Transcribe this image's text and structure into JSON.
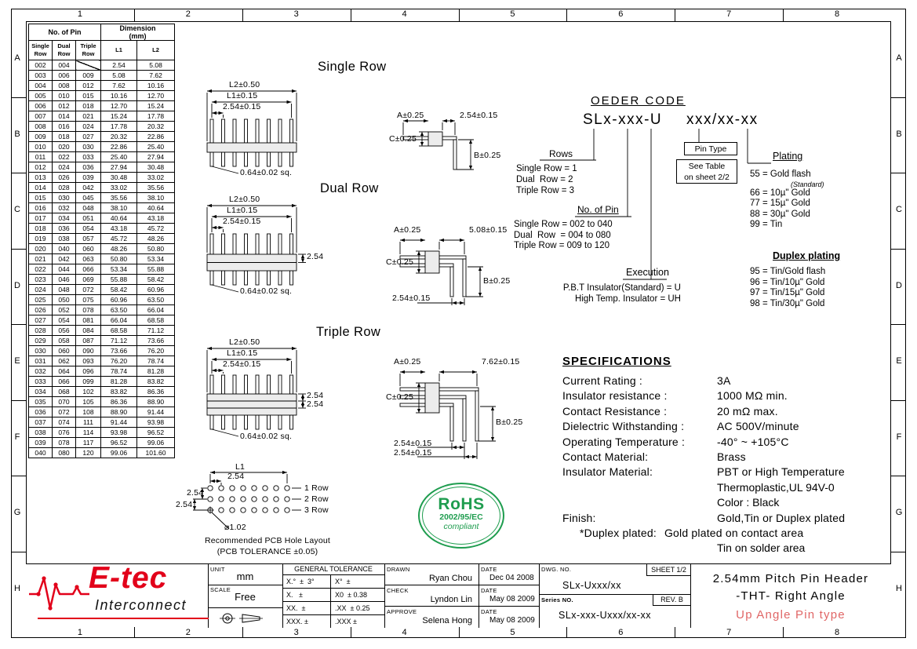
{
  "border": {
    "cols": [
      "1",
      "2",
      "3",
      "4",
      "5",
      "6",
      "7",
      "8"
    ],
    "rows": [
      "A",
      "B",
      "C",
      "D",
      "E",
      "F",
      "G",
      "H"
    ]
  },
  "pin_table": {
    "group_headers": {
      "pins": "No. of Pin",
      "dims_line1": "Dimension",
      "dims_line2": "(mm)"
    },
    "sub_headers": [
      "Single Row",
      "Dual Row",
      "Triple Row",
      "L1",
      "L2"
    ],
    "rows": [
      [
        "002",
        "004",
        "",
        "2.54",
        "5.08"
      ],
      [
        "003",
        "006",
        "009",
        "5.08",
        "7.62"
      ],
      [
        "004",
        "008",
        "012",
        "7.62",
        "10.16"
      ],
      [
        "005",
        "010",
        "015",
        "10.16",
        "12.70"
      ],
      [
        "006",
        "012",
        "018",
        "12.70",
        "15.24"
      ],
      [
        "007",
        "014",
        "021",
        "15.24",
        "17.78"
      ],
      [
        "008",
        "016",
        "024",
        "17.78",
        "20.32"
      ],
      [
        "009",
        "018",
        "027",
        "20.32",
        "22.86"
      ],
      [
        "010",
        "020",
        "030",
        "22.86",
        "25.40"
      ],
      [
        "011",
        "022",
        "033",
        "25.40",
        "27.94"
      ],
      [
        "012",
        "024",
        "036",
        "27.94",
        "30.48"
      ],
      [
        "013",
        "026",
        "039",
        "30.48",
        "33.02"
      ],
      [
        "014",
        "028",
        "042",
        "33.02",
        "35.56"
      ],
      [
        "015",
        "030",
        "045",
        "35.56",
        "38.10"
      ],
      [
        "016",
        "032",
        "048",
        "38.10",
        "40.64"
      ],
      [
        "017",
        "034",
        "051",
        "40.64",
        "43.18"
      ],
      [
        "018",
        "036",
        "054",
        "43.18",
        "45.72"
      ],
      [
        "019",
        "038",
        "057",
        "45.72",
        "48.26"
      ],
      [
        "020",
        "040",
        "060",
        "48.26",
        "50.80"
      ],
      [
        "021",
        "042",
        "063",
        "50.80",
        "53.34"
      ],
      [
        "022",
        "044",
        "066",
        "53.34",
        "55.88"
      ],
      [
        "023",
        "046",
        "069",
        "55.88",
        "58.42"
      ],
      [
        "024",
        "048",
        "072",
        "58.42",
        "60.96"
      ],
      [
        "025",
        "050",
        "075",
        "60.96",
        "63.50"
      ],
      [
        "026",
        "052",
        "078",
        "63.50",
        "66.04"
      ],
      [
        "027",
        "054",
        "081",
        "66.04",
        "68.58"
      ],
      [
        "028",
        "056",
        "084",
        "68.58",
        "71.12"
      ],
      [
        "029",
        "058",
        "087",
        "71.12",
        "73.66"
      ],
      [
        "030",
        "060",
        "090",
        "73.66",
        "76.20"
      ],
      [
        "031",
        "062",
        "093",
        "76.20",
        "78.74"
      ],
      [
        "032",
        "064",
        "096",
        "78.74",
        "81.28"
      ],
      [
        "033",
        "066",
        "099",
        "81.28",
        "83.82"
      ],
      [
        "034",
        "068",
        "102",
        "83.82",
        "86.36"
      ],
      [
        "035",
        "070",
        "105",
        "86.36",
        "88.90"
      ],
      [
        "036",
        "072",
        "108",
        "88.90",
        "91.44"
      ],
      [
        "037",
        "074",
        "111",
        "91.44",
        "93.98"
      ],
      [
        "038",
        "076",
        "114",
        "93.98",
        "96.52"
      ],
      [
        "039",
        "078",
        "117",
        "96.52",
        "99.06"
      ],
      [
        "040",
        "080",
        "120",
        "99.06",
        "101.60"
      ]
    ]
  },
  "views": {
    "single": {
      "title": "Single Row",
      "front": {
        "l2": "L2±0.50",
        "l1": "L1±0.15",
        "pitch": "2.54±0.15",
        "pin_sq": "0.64±0.02  sq."
      },
      "side": {
        "a": "A±0.25",
        "span": "2.54±0.15",
        "c": "C±0.25",
        "b": "B±0.25"
      }
    },
    "dual": {
      "title": "Dual Row",
      "front": {
        "l2": "L2±0.50",
        "l1": "L1±0.15",
        "pitch": "2.54±0.15",
        "row_gap": "2.54",
        "pin_sq": "0.64±0.02  sq."
      },
      "side": {
        "a": "A±0.25",
        "span": "5.08±0.15",
        "c": "C±0.25",
        "b": "B±0.25",
        "leg_pitch": "2.54±0.15"
      }
    },
    "triple": {
      "title": "Triple Row",
      "front": {
        "l2": "L2±0.50",
        "l1": "L1±0.15",
        "pitch": "2.54±0.15",
        "row_gap1": "2.54",
        "row_gap2": "2.54",
        "pin_sq": "0.64±0.02  sq."
      },
      "side": {
        "a": "A±0.25",
        "span": "7.62±0.15",
        "c": "C±0.25",
        "b": "B±0.25",
        "leg_pitch1": "2.54±0.15",
        "leg_pitch2": "2.54±0.15"
      }
    },
    "pcb": {
      "l1": "L1",
      "pitch": "2.54",
      "row_gap1": "2.54",
      "row_gap2": "2.54",
      "hole": "⌀1.02",
      "row_labels": [
        "1 Row",
        "2 Row",
        "3 Row"
      ],
      "caption1": "Recommended PCB Hole Layout",
      "caption2": "(PCB TOLERANCE  ±0.05)"
    }
  },
  "order_code": {
    "title": "OEDER CODE",
    "part1": "SLx-xxx-U",
    "part2": "xxx/xx-xx",
    "rows_label": "Rows",
    "rows": [
      "Single Row = 1",
      "Dual  Row = 2",
      "Triple Row = 3"
    ],
    "pin_type_label": "Pin Type",
    "pin_type_note1": "See Table",
    "pin_type_note2": "on sheet 2/2",
    "plating_label": "Plating",
    "plating": [
      {
        "code": "55",
        "desc": "Gold flash",
        "note": "(Standard)"
      },
      {
        "code": "66",
        "desc": "10µ\" Gold"
      },
      {
        "code": "77",
        "desc": "15µ\" Gold"
      },
      {
        "code": "88",
        "desc": "30µ\" Gold"
      },
      {
        "code": "99",
        "desc": "Tin"
      }
    ],
    "no_of_pin_label": "No. of Pin",
    "no_of_pin": [
      "Single Row = 002 to 040",
      "Dual  Row  = 004 to 080",
      "Triple Row = 009 to 120"
    ],
    "execution_label": "Execution",
    "execution": [
      "P.B.T Insulator(Standard) = U",
      "High Temp. Insulator = UH"
    ],
    "duplex_label": "Duplex plating",
    "duplex": [
      {
        "code": "95",
        "desc": "Tin/Gold flash"
      },
      {
        "code": "96",
        "desc": "Tin/10µ\" Gold"
      },
      {
        "code": "97",
        "desc": "Tin/15µ\" Gold"
      },
      {
        "code": "98",
        "desc": "Tin/30µ\" Gold"
      }
    ]
  },
  "specifications": {
    "title": "SPECIFICATIONS",
    "rows": [
      {
        "label": "Current Rating :",
        "value": "3A"
      },
      {
        "label": "Insulator resistance :",
        "value": "1000 MΩ min."
      },
      {
        "label": "Contact Resistance :",
        "value": "20 mΩ max."
      },
      {
        "label": "Dielectric Withstanding :",
        "value": "AC 500V/minute"
      },
      {
        "label": "Operating Temperature :",
        "value": "-40° ~ +105°C"
      },
      {
        "label": "Contact Material:",
        "value": "Brass"
      },
      {
        "label": "Insulator Material:",
        "value": "PBT or High Temperature",
        "extra": [
          "Thermoplastic,UL 94V-0",
          "Color : Black"
        ]
      },
      {
        "label": "Finish:",
        "value": "Gold,Tin or Duplex plated"
      },
      {
        "label": "*Duplex plated:",
        "value": "Gold plated on contact area",
        "extra": [
          "Tin on solder area"
        ]
      }
    ]
  },
  "rohs": {
    "name": "RoHS",
    "directive": "2002/95/EC",
    "compliant": "compliant",
    "color": "#1f9d4f"
  },
  "title_block": {
    "logo": {
      "brand": "E-tec",
      "sub": "Interconnect"
    },
    "unit_label": "UNIT",
    "unit_value": "mm",
    "scale_label": "SCALE",
    "scale_value": "Free",
    "tolerance_title": "GENERAL TOLERANCE",
    "tolerance_rows": [
      [
        "X.°  ±  3°",
        "X°  ±"
      ],
      [
        "X.   ±",
        "X0  ± 0.38"
      ],
      [
        "XX.  ±",
        ".XX  ± 0.25"
      ],
      [
        "XXX. ±",
        ".XXX ±"
      ]
    ],
    "signoff": [
      {
        "role": "DRAWN",
        "name": "Ryan Chou",
        "date_label": "DATE",
        "date": "Dec  04  2008"
      },
      {
        "role": "CHECK",
        "name": "Lyndon Lin",
        "date_label": "DATE",
        "date": "May  08  2009"
      },
      {
        "role": "APPROVE",
        "name": "Selena Hong",
        "date_label": "DATE",
        "date": "May  08  2009"
      }
    ],
    "dwg_label": "DWG. NO.",
    "dwg_no": "SLx-Uxxx/xx",
    "sheet": "SHEET 1/2",
    "series_label": "Series NO.",
    "series_no": "SLx-xxx-Uxxx/xx-xx",
    "rev": "REV. B",
    "title_line1": "2.54mm  Pitch  Pin  Header",
    "title_line2": "-THT-   Right  Angle",
    "title_line3": "Up  Angle  Pin  type",
    "accent_red": "#e2001a",
    "title_red": "#e06666"
  }
}
